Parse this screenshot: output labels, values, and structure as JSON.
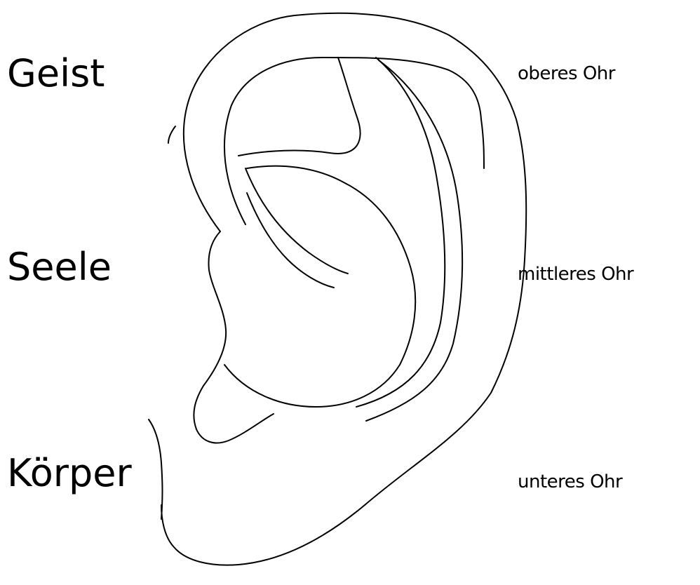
{
  "labels": {
    "left": {
      "top": "Geist",
      "middle": "Seele",
      "bottom": "Körper"
    },
    "right": {
      "top": "oberes Ohr",
      "middle": "mittleres Ohr",
      "bottom": "unteres Ohr"
    }
  },
  "colors": {
    "background": "#ffffff",
    "ink": "#000000"
  }
}
